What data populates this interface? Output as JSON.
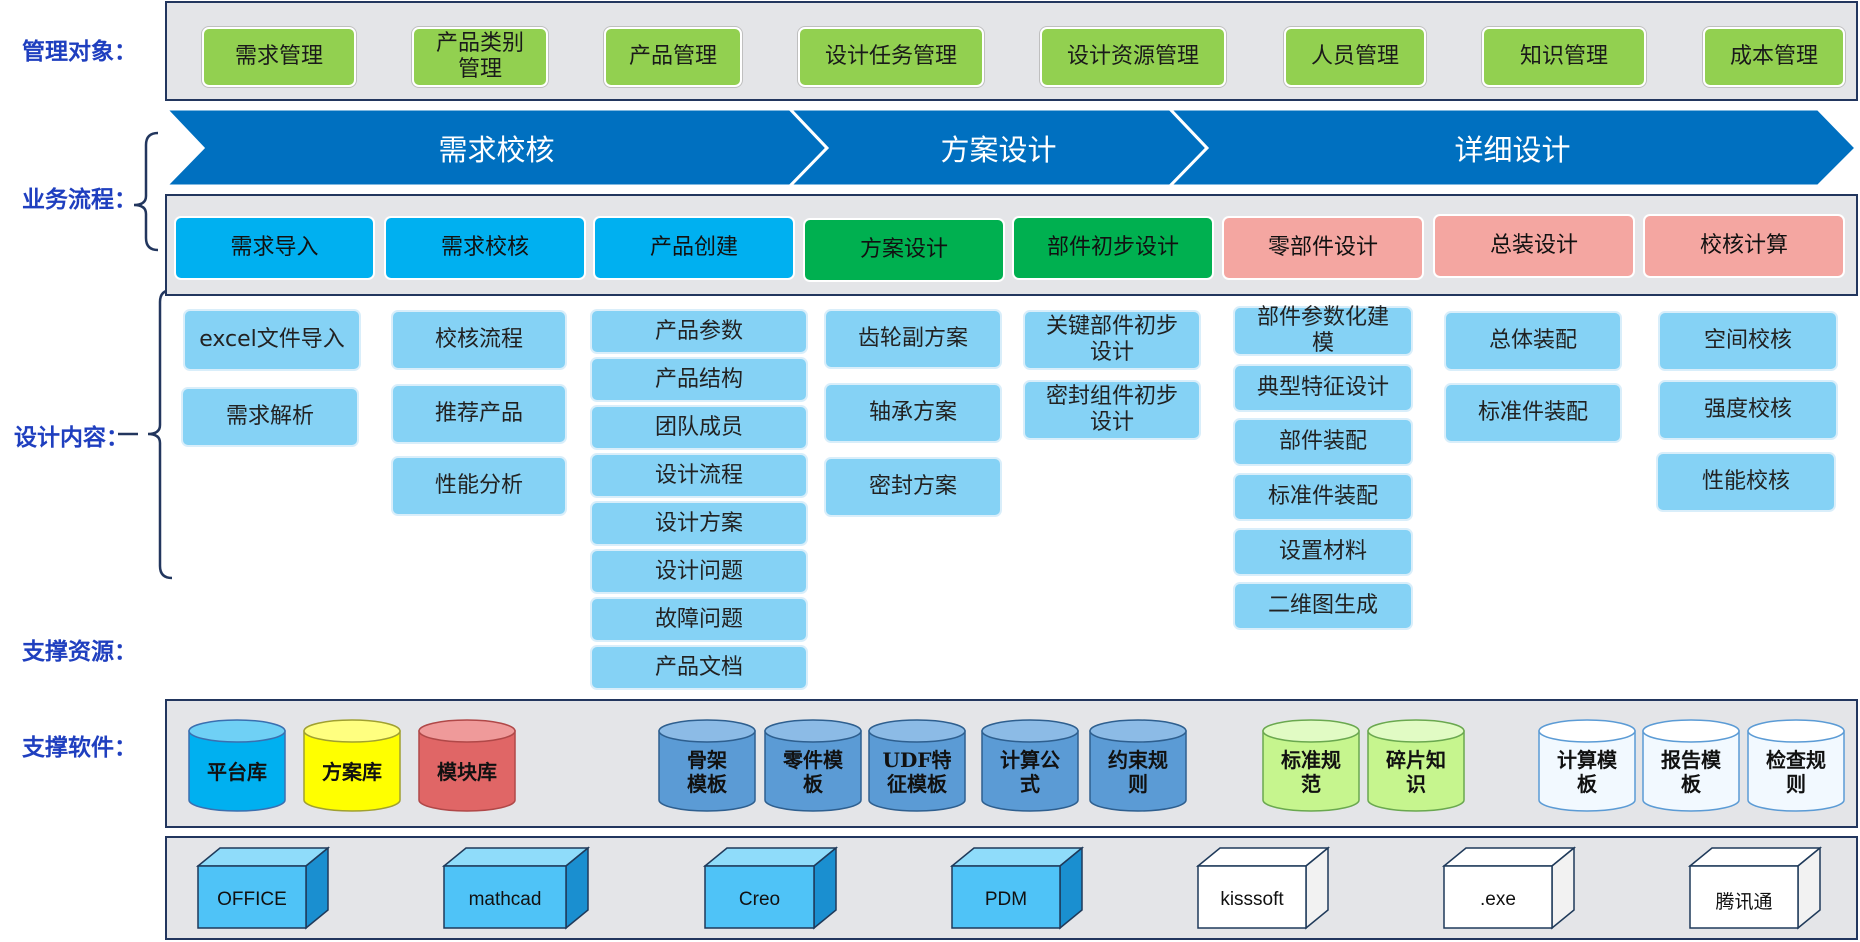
{
  "row_labels": {
    "management": "管理对象：",
    "process": "业务流程：",
    "design": "设计内容：",
    "resources": "支撑资源：",
    "software": "支撑软件："
  },
  "management_objects": [
    "需求管理",
    "产品类别管理",
    "产品管理",
    "设计任务管理",
    "设计资源管理",
    "人员管理",
    "知识管理",
    "成本管理"
  ],
  "phases": [
    "需求校核",
    "方案设计",
    "详细设计"
  ],
  "process_steps": [
    "需求导入",
    "需求校核",
    "产品创建",
    "方案设计",
    "部件初步设计",
    "零部件设计",
    "总装设计",
    "校核计算"
  ],
  "design_content": {
    "col1": [
      "excel文件导入",
      "需求解析"
    ],
    "col2": [
      "校核流程",
      "推荐产品",
      "性能分析"
    ],
    "col3": [
      "产品参数",
      "产品结构",
      "团队成员",
      "设计流程",
      "设计方案",
      "设计问题",
      "故障问题",
      "产品文档"
    ],
    "col4": [
      "齿轮副方案",
      "轴承方案",
      "密封方案"
    ],
    "col5": [
      "关键部件初步设计",
      "密封组件初步设计"
    ],
    "col6": [
      "部件参数化建模",
      "典型特征设计",
      "部件装配",
      "标准件装配",
      "设置材料",
      "二维图生成"
    ],
    "col7": [
      "总体装配",
      "标准件装配"
    ],
    "col8": [
      "空间校核",
      "强度校核",
      "性能校核"
    ]
  },
  "resources": [
    "平台库",
    "方案库",
    "模块库",
    "骨架模板",
    "零件模板",
    "UDF特征模板",
    "计算公式",
    "约束规则",
    "标准规范",
    "碎片知识",
    "计算模板",
    "报告模板",
    "检查规则"
  ],
  "software": [
    "OFFICE",
    "mathcad",
    "Creo",
    "PDM",
    "kisssoft",
    ".exe",
    "腾讯通"
  ],
  "colors": {
    "label_blue": "#1f3fbf",
    "chevron_blue": "#0070c0",
    "step_blue": "#00b0f0",
    "step_green": "#00b050",
    "step_pink": "#f4a6a1",
    "content_blue": "#85d2f5",
    "mgmt_green": "#92d050",
    "cyl_blue": "#00b0f0",
    "cyl_yellow": "#ffff00",
    "cyl_red": "#e06666",
    "cyl_steel": "#5b9bd5",
    "cyl_lightgreen": "#c6f58e",
    "cube_blue": "#4fc3f7"
  }
}
